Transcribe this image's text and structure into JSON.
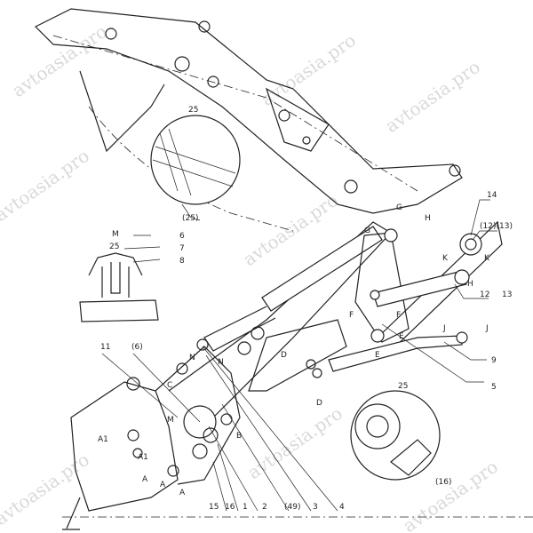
{
  "watermark": "avtoasia.pro",
  "labels": {
    "detail_top": "25",
    "detail_top_ref": "(25)",
    "section_m": "M",
    "section_m_scale": "25",
    "p6": "6",
    "p7": "7",
    "p8": "8",
    "p14": "14",
    "p12_13_ref": "(12)(13)",
    "p12": "12",
    "p13": "13",
    "g1": "G",
    "g2": "G",
    "h1": "H",
    "h2": "H",
    "k1": "K",
    "k2": "K",
    "f1": "F",
    "f2": "F",
    "e1": "E",
    "e2": "E",
    "j1": "J",
    "j2": "J",
    "p9": "9",
    "p5": "5",
    "detail_bottom": "25",
    "detail_bottom_ref": "(16)",
    "p11": "11",
    "p6_ref": "(6)",
    "c": "C",
    "n1": "N",
    "n2": "N",
    "m2": "M",
    "b": "B",
    "d1": "D",
    "d2": "D",
    "a1": "A",
    "a2": "A",
    "a3": "A",
    "a1a": "A1",
    "a1b": "A1",
    "p15": "15",
    "p16": "16",
    "p1": "1",
    "p2": "2",
    "p49": "(49)",
    "p3": "3",
    "p4": "4"
  }
}
